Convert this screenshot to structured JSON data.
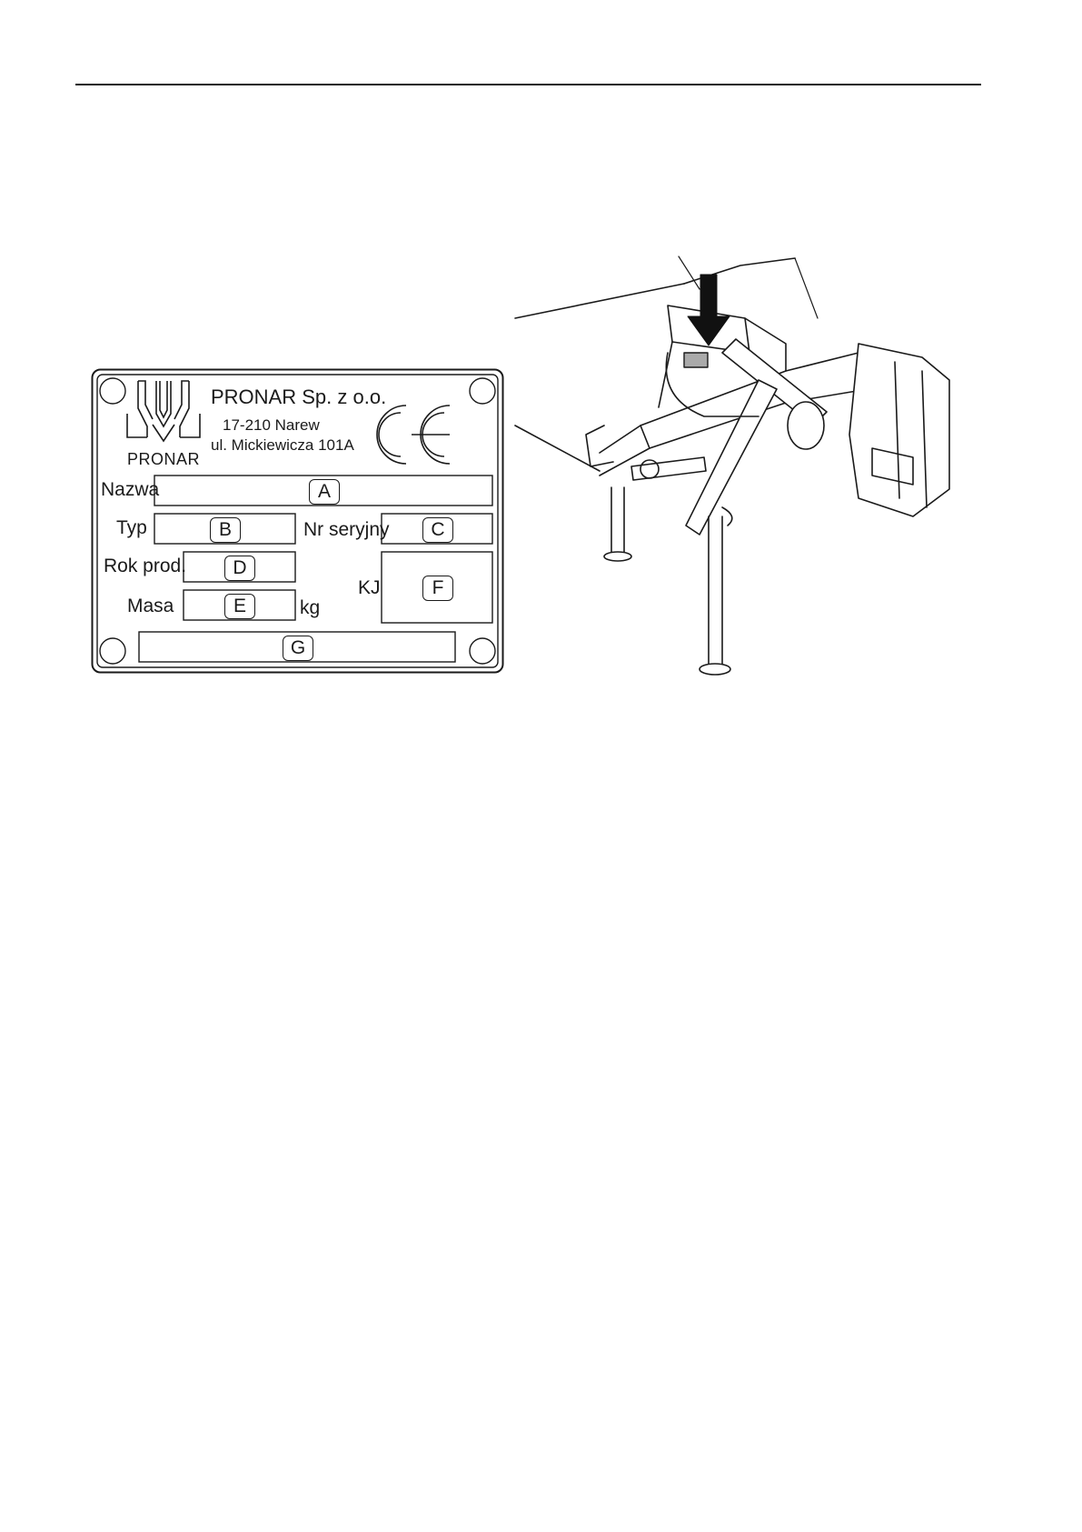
{
  "plate": {
    "company": "PRONAR Sp. z o.o.",
    "address_line1": "17-210 Narew",
    "address_line2": "ul. Mickiewicza 101A",
    "logo_text": "PRONAR",
    "mark": "CE",
    "labels": {
      "name": "Nazwa",
      "type": "Typ",
      "serial": "Nr seryjny",
      "year": "Rok prod.",
      "mass": "Masa",
      "unit": "kg",
      "kj": "KJ"
    },
    "fields": {
      "a": "A",
      "b": "B",
      "c": "C",
      "d": "D",
      "e": "E",
      "f": "F",
      "g": "G"
    }
  },
  "illustration": {
    "subject": "machine-drawing",
    "arrow_icon": "down-arrow-icon"
  }
}
